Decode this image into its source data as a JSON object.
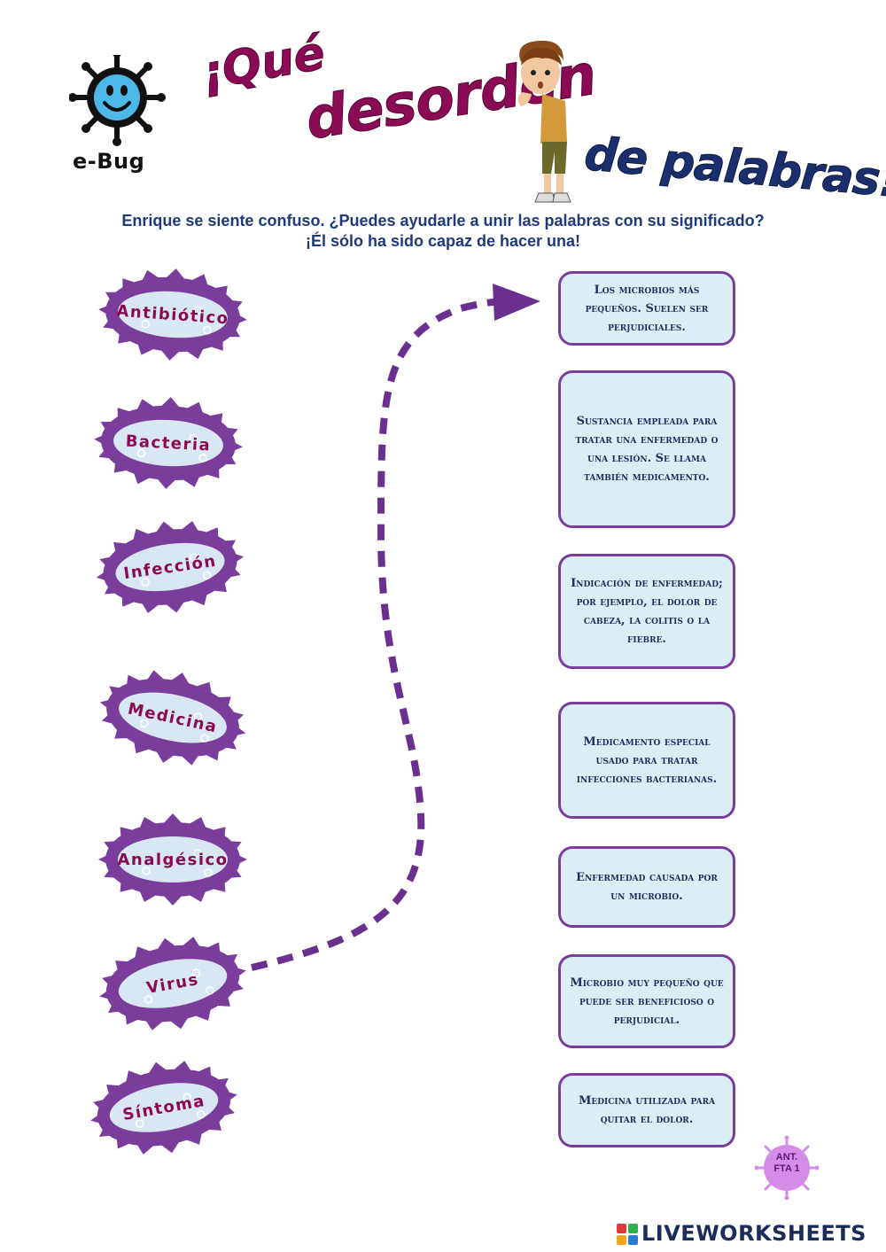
{
  "logo": {
    "text": "e-Bug",
    "icon": "bug-icon"
  },
  "title": {
    "line1": "¡Qué",
    "line2": "desorden",
    "line3": "de palabras!"
  },
  "instructions": {
    "line1": "Enrique se siente confuso. ¿Puedes ayudarle a unir las palabras con su significado?",
    "line2": "¡Él sólo ha sido capaz de hacer una!"
  },
  "words": [
    {
      "label": "Antibiótico"
    },
    {
      "label": "Bacteria"
    },
    {
      "label": "Infección"
    },
    {
      "label": "Medicina"
    },
    {
      "label": "Analgésico"
    },
    {
      "label": "Virus"
    },
    {
      "label": "Síntoma"
    }
  ],
  "definitions": [
    {
      "text": "Los microbios más pequeños. Suelen ser perjudiciales."
    },
    {
      "text": "Sustancia empleada para tratar una enfermedad o una lesión. Se llama también medicamento."
    },
    {
      "text": "Indicación de enfermedad; por ejemplo, el dolor de cabeza, la colitis o la fiebre."
    },
    {
      "text": "Medicamento especial usado para tratar infecciones bacterianas."
    },
    {
      "text": "Enfermedad causada por un microbio."
    },
    {
      "text": "Microbio muy pequeño que puede ser beneficioso o perjudicial."
    },
    {
      "text": "Medicina utilizada para quitar el dolor."
    }
  ],
  "badge": {
    "line1": "ANT.",
    "line2": "FTA 1"
  },
  "footer": {
    "brand": "LIVEWORKSHEETS"
  },
  "colors": {
    "germ_outer": "#7a3d9c",
    "germ_inner": "#d9e6f3",
    "word_text": "#8b0a55",
    "box_border": "#7a3d9c",
    "box_fill": "#d9eef5",
    "title_magenta": "#8b0a55",
    "title_navy": "#1a2f6e",
    "instruction_text": "#1d3a7a"
  }
}
